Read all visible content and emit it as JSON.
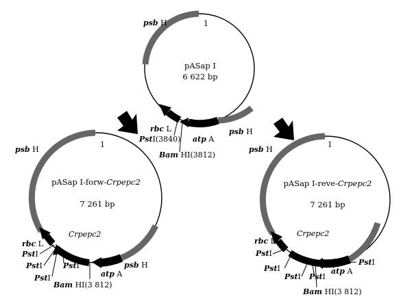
{
  "colors": {
    "gray_segment": "#666666",
    "black_segment": "#000000",
    "outline": "#000000",
    "background": "#ffffff"
  },
  "top_plasmid": {
    "name": "pASap Ⅰ",
    "size": "6 622 bp",
    "labels": {
      "psbH_top_italic": "psb",
      "psbH_top_rest": " H",
      "origin": "1",
      "psbH_right_italic": "psb",
      "psbH_right_rest": " H",
      "rbcL_italic": "rbc",
      "rbcL_rest": " L",
      "pst_italic": "Pst",
      "pst_rest": "Ⅰ(3840)",
      "atpA_italic": "atp",
      "atpA_rest": " A",
      "bam_italic": "Bam",
      "bam_rest": " HⅠ(3812)"
    }
  },
  "left_plasmid": {
    "name_prefix": "pASap Ⅰ-forw-",
    "name_gene": "Crpepc2",
    "size": "7 261 bp",
    "labels": {
      "psbH_italic": "psb",
      "psbH_rest": " H",
      "origin": "1",
      "gene": "Crpepc2",
      "rbcL_italic": "rbc",
      "rbcL_rest": " L",
      "pst1_italic": "Pst",
      "pst1_rest": "Ⅰ",
      "pst2_italic": "Pst",
      "pst2_rest": "Ⅰ",
      "pst3_italic": "Pst",
      "pst3_rest": "Ⅰ",
      "pst4_italic": "Pst",
      "pst4_rest": "Ⅰ",
      "bam_italic": "Bam",
      "bam_rest": " HⅠ(3 812)",
      "atpA_italic": "atp",
      "atpA_rest": " A",
      "psbH_bottom_italic": "psb",
      "psbH_bottom_rest": " H"
    }
  },
  "right_plasmid": {
    "name_prefix": "pASap Ⅰ-reve-",
    "name_gene": "Crpepc2",
    "size": "7 261 bp",
    "labels": {
      "psbH_italic": "psb",
      "psbH_rest": " H",
      "origin": "Ⅰ",
      "gene": "Crpepc2",
      "rbcL_italic": "rbc",
      "rbcL_rest": " L",
      "pst1_italic": "Pst",
      "pst1_rest": "Ⅰ",
      "pst2_italic": "Pst",
      "pst2_rest": "Ⅰ",
      "pst3_italic": "Pst",
      "pst3_rest": "Ⅰ",
      "pst4_italic": "Pst",
      "pst4_rest": "Ⅰ",
      "pst5_italic": "Pst",
      "pst5_rest": "Ⅰ",
      "bam_italic": "Bam",
      "bam_rest": " HⅠ(3 812)",
      "atpA_italic": "atp",
      "atpA_rest": " A"
    }
  }
}
